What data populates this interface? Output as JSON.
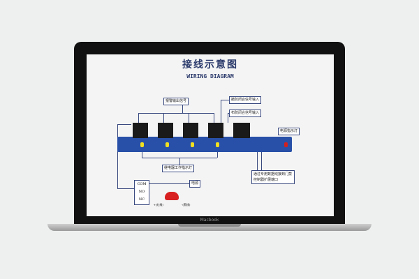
{
  "laptop": {
    "brand": "Macbook"
  },
  "diagram": {
    "title": "接线示意图",
    "subtitle": "WIRING DIAGRAM",
    "alarm_output": "报警输出信号",
    "input_1": "撤防闭合信号输入",
    "input_2": "布防闭合信号输入",
    "power_led": "电源指示灯",
    "relay_led": "继电器工作指示灯",
    "port_note": "通过专用数据线接到门禁控制器扩展端口",
    "terminals": [
      "COM",
      "NO",
      "NC"
    ],
    "power": "电源",
    "red_wire": "+(红线)",
    "black_wire": "-(黑线)"
  }
}
